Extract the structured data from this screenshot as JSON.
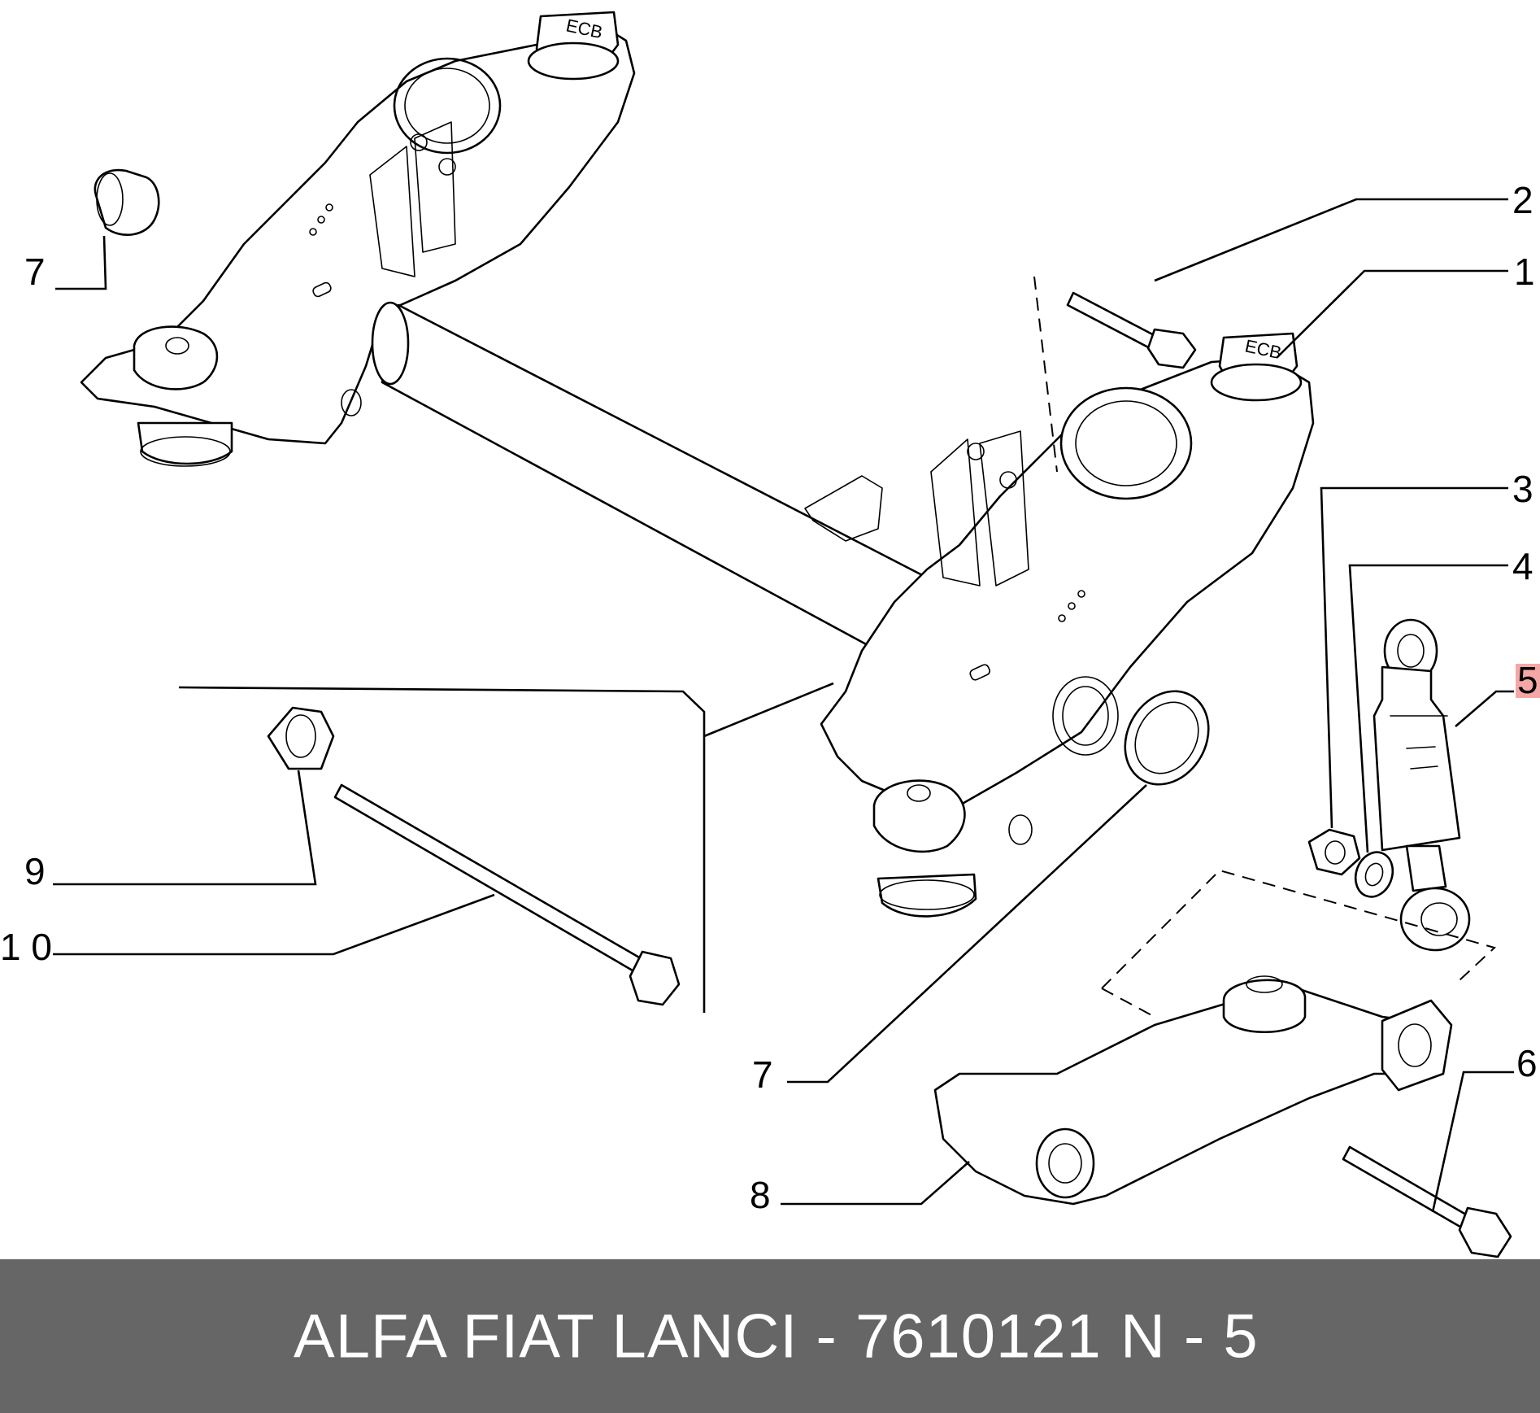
{
  "footer": {
    "title": "ALFA FIAT LANCI - 7610121",
    "page": "N - 5"
  },
  "callouts": [
    {
      "id": "2",
      "label": "2"
    },
    {
      "id": "1",
      "label": "1"
    },
    {
      "id": "3",
      "label": "3"
    },
    {
      "id": "4",
      "label": "4"
    },
    {
      "id": "5",
      "label": "5",
      "highlighted": true
    },
    {
      "id": "6",
      "label": "6"
    },
    {
      "id": "7a",
      "label": "7"
    },
    {
      "id": "7b",
      "label": "7"
    },
    {
      "id": "8",
      "label": "8"
    },
    {
      "id": "9",
      "label": "9"
    },
    {
      "id": "10",
      "label": "1 0"
    }
  ],
  "colors": {
    "footer_background": "#666666",
    "footer_text": "#ffffff",
    "highlight": "#f4a7a7",
    "line": "#000000"
  }
}
